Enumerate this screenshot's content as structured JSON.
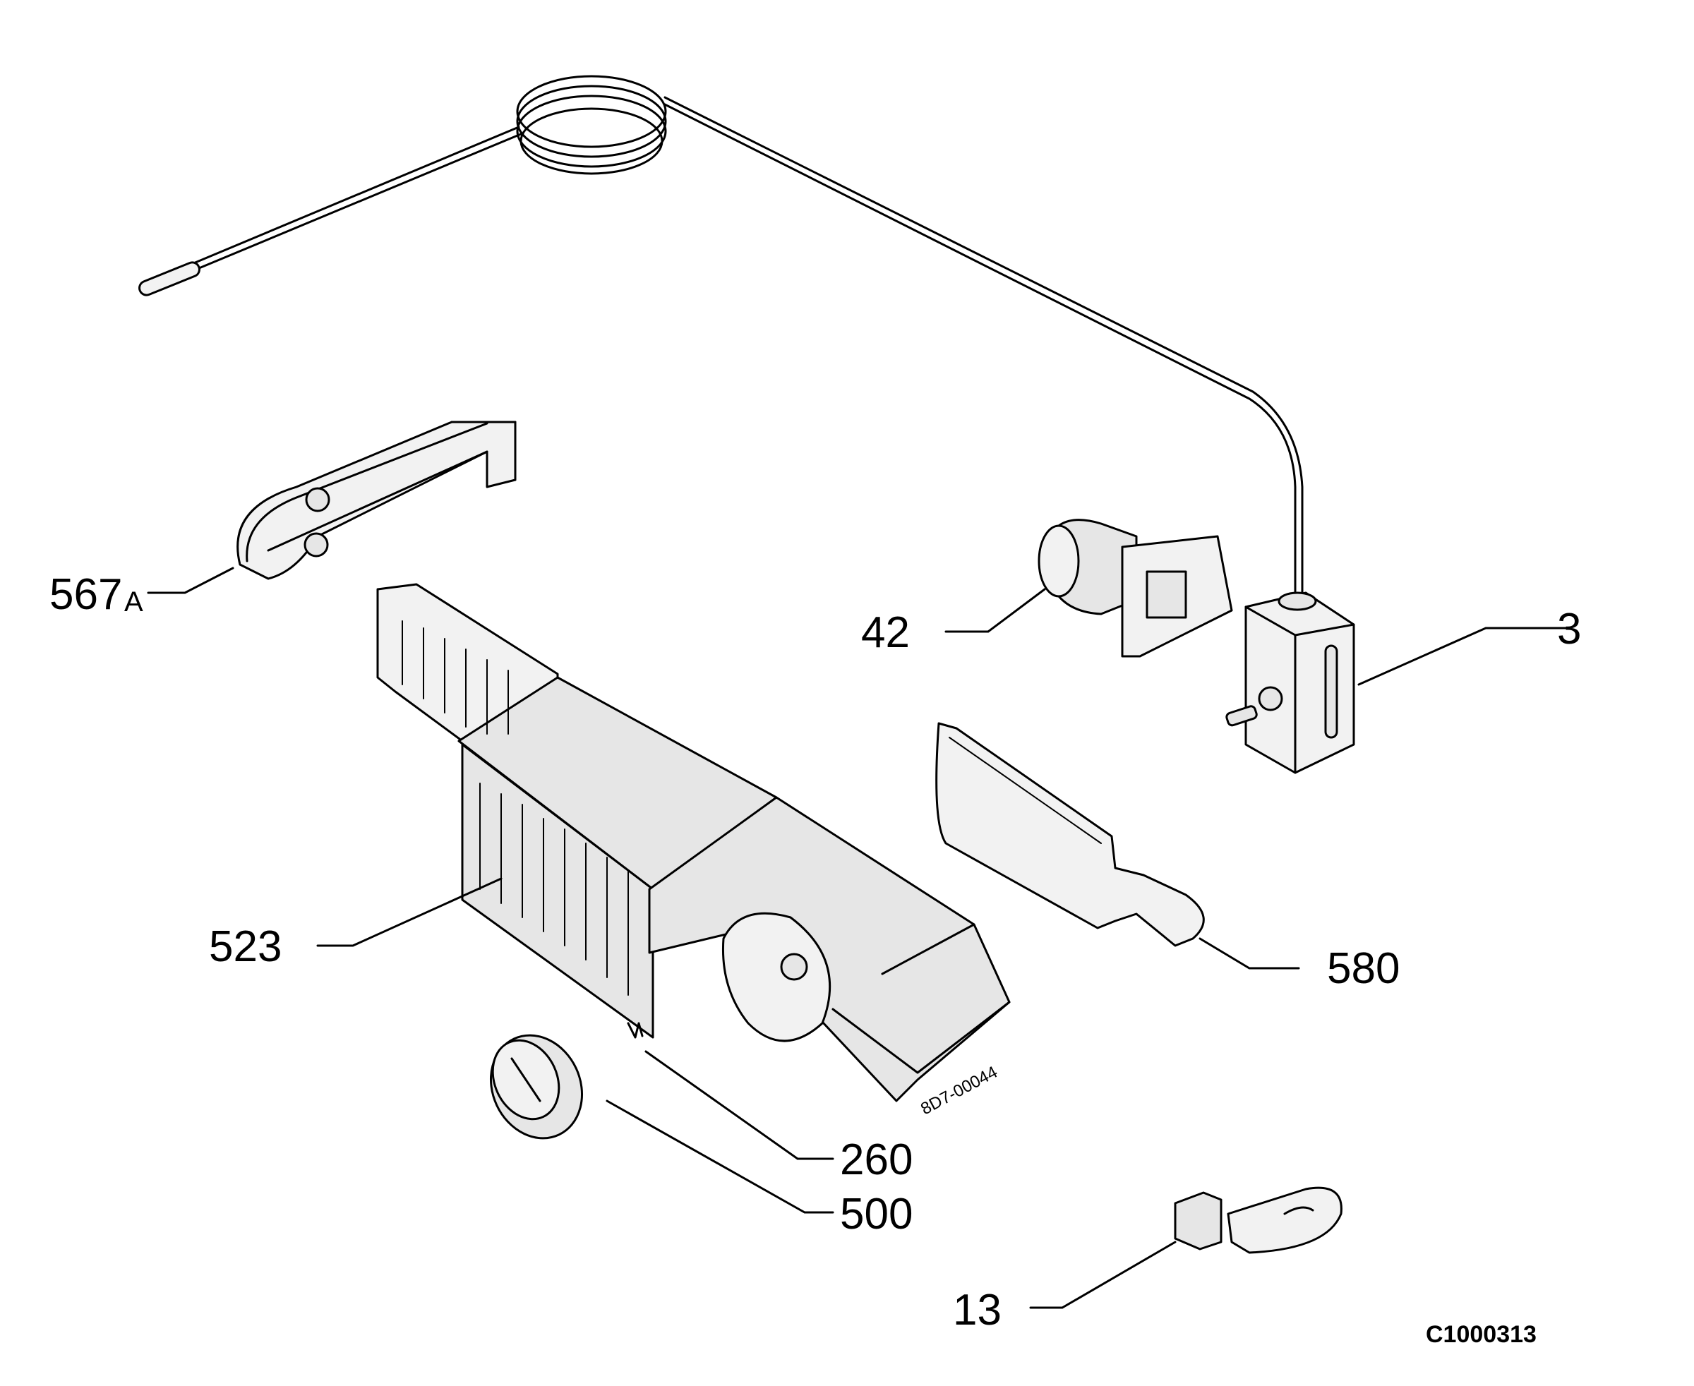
{
  "callouts": {
    "p567": "567",
    "p567_suffix": "A",
    "p42": "42",
    "p3": "3",
    "p523": "523",
    "p580": "580",
    "p260": "260",
    "p500": "500",
    "p13": "13"
  },
  "stamp": "8D7-00044",
  "reference_code": "C1000313"
}
